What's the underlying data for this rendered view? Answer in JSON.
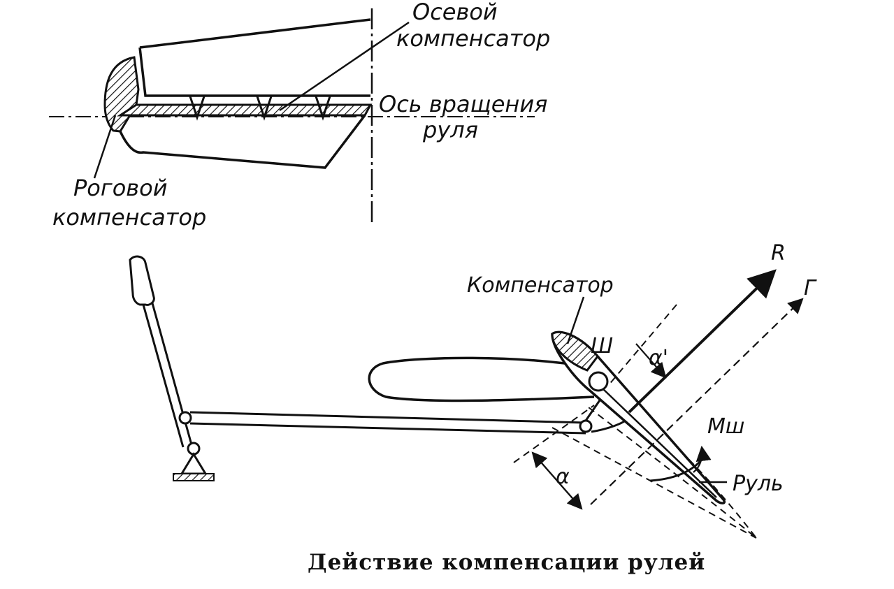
{
  "labels": {
    "axial_line1": "Осевой",
    "axial_line2": "компенсатор",
    "axis_line1": "Ось вращения",
    "axis_line2": "руля",
    "horn_line1": "Роговой",
    "horn_line2": "компенсатор",
    "compensator": "Компенсатор",
    "r_force": "R",
    "g_force": "Г",
    "hinge": "Ш",
    "alpha_prime": "α'",
    "alpha": "α",
    "moment": "Мш",
    "rudder": "Руль"
  },
  "caption": "Действие компенсации рулей"
}
